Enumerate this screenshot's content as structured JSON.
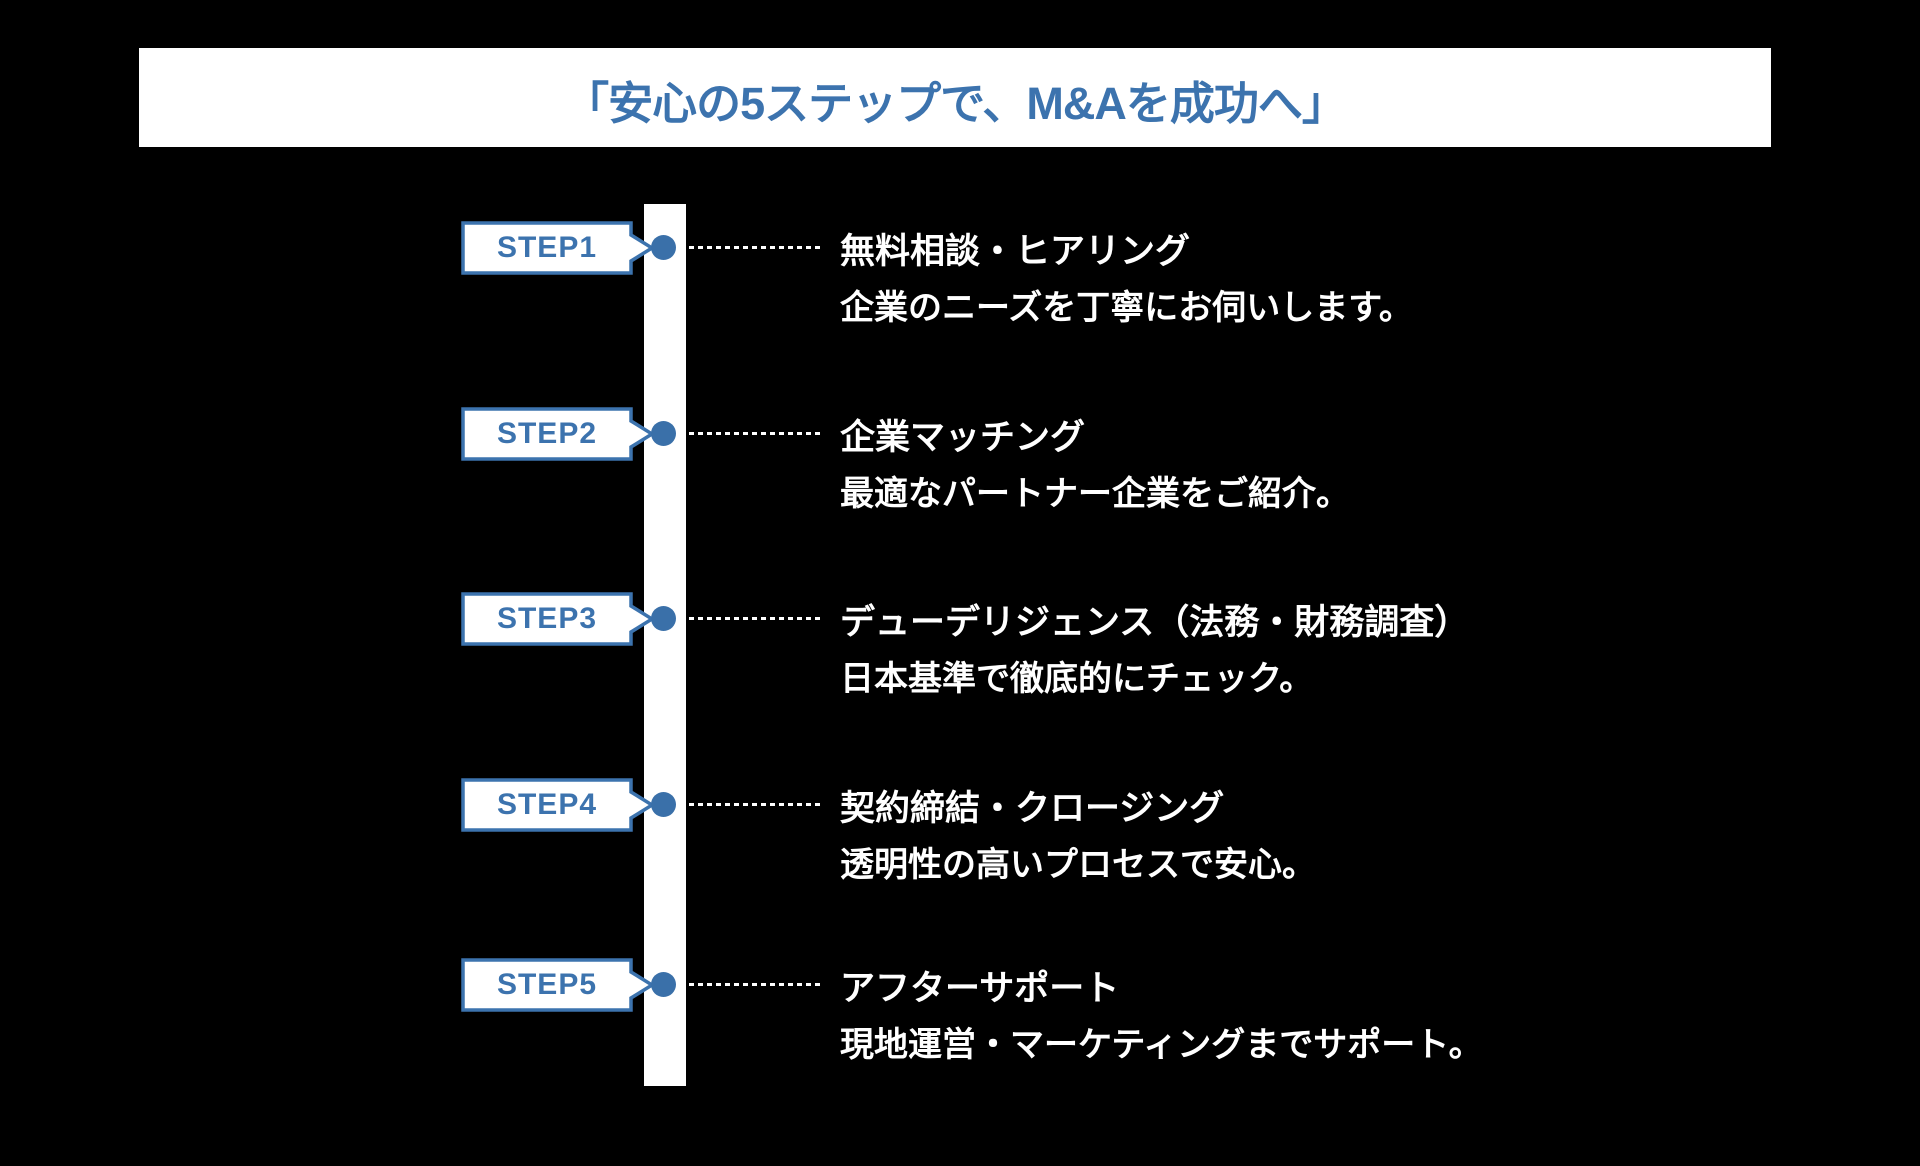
{
  "theme": {
    "background": "#000000",
    "accent_blue": "#3C73AE",
    "dot_blue": "#3A70A9",
    "bar_white": "#FFFFFF"
  },
  "banner": {
    "title": "「安心の5ステップで、M&Aを成功へ」"
  },
  "steps": [
    {
      "label": "STEP1",
      "title": "無料相談・ヒアリング",
      "description": "企業のニーズを丁寧にお伺いします。"
    },
    {
      "label": "STEP2",
      "title": "企業マッチング",
      "description": "最適なパートナー企業をご紹介。"
    },
    {
      "label": "STEP3",
      "title": "デューデリジェンス（法務・財務調査）",
      "description": "日本基準で徹底的にチェック。"
    },
    {
      "label": "STEP4",
      "title": "契約締結・クロージング",
      "description": "透明性の高いプロセスで安心。"
    },
    {
      "label": "STEP5",
      "title": "アフターサポート",
      "description": "現地運営・マーケティングまでサポート。"
    }
  ]
}
